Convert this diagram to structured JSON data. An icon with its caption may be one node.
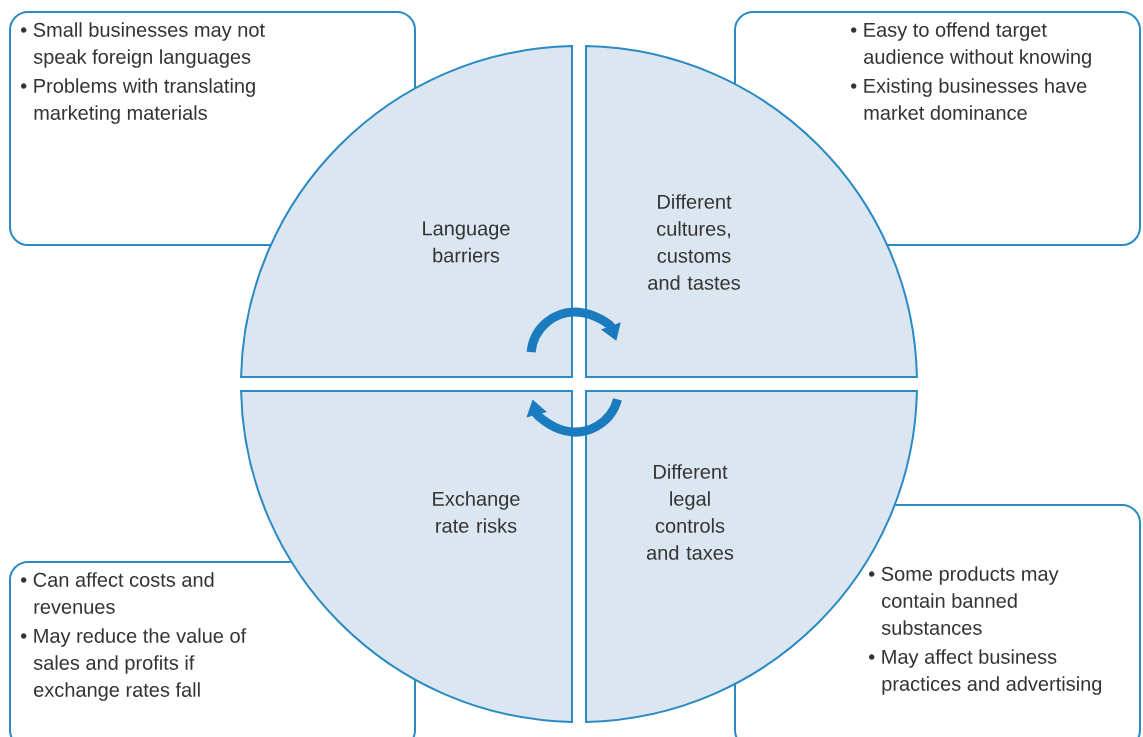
{
  "diagram": {
    "nodes": [
      {
        "text": [
          "• Small businesses may not speak foreign languages",
          "• Problems with translating marketing materials"
        ]
      },
      {
        "text": [
          "• Easy to offend target audience without knowing",
          "• Existing businesses have market dominance"
        ]
      },
      {
        "text": [
          "• Can affect costs and revenues",
          "• May reduce the value of sales and profits if exchange rates fall"
        ]
      },
      {
        "text": [
          "• Some products may contain banned substances",
          "• May affect business practices and advertising"
        ]
      },
      {
        "text": [
          "Language barriers"
        ]
      },
      {
        "text": [
          "Different cultures, customs and tastes"
        ]
      },
      {
        "text": [
          "Exchange rate risks"
        ]
      },
      {
        "text": [
          "Different legal controls and taxes"
        ]
      }
    ],
    "edges": [
      {
        "from": 4,
        "to": 5,
        "arrow": "to"
      },
      {
        "from": 7,
        "to": 6,
        "arrow": "to"
      }
    ]
  }
}
